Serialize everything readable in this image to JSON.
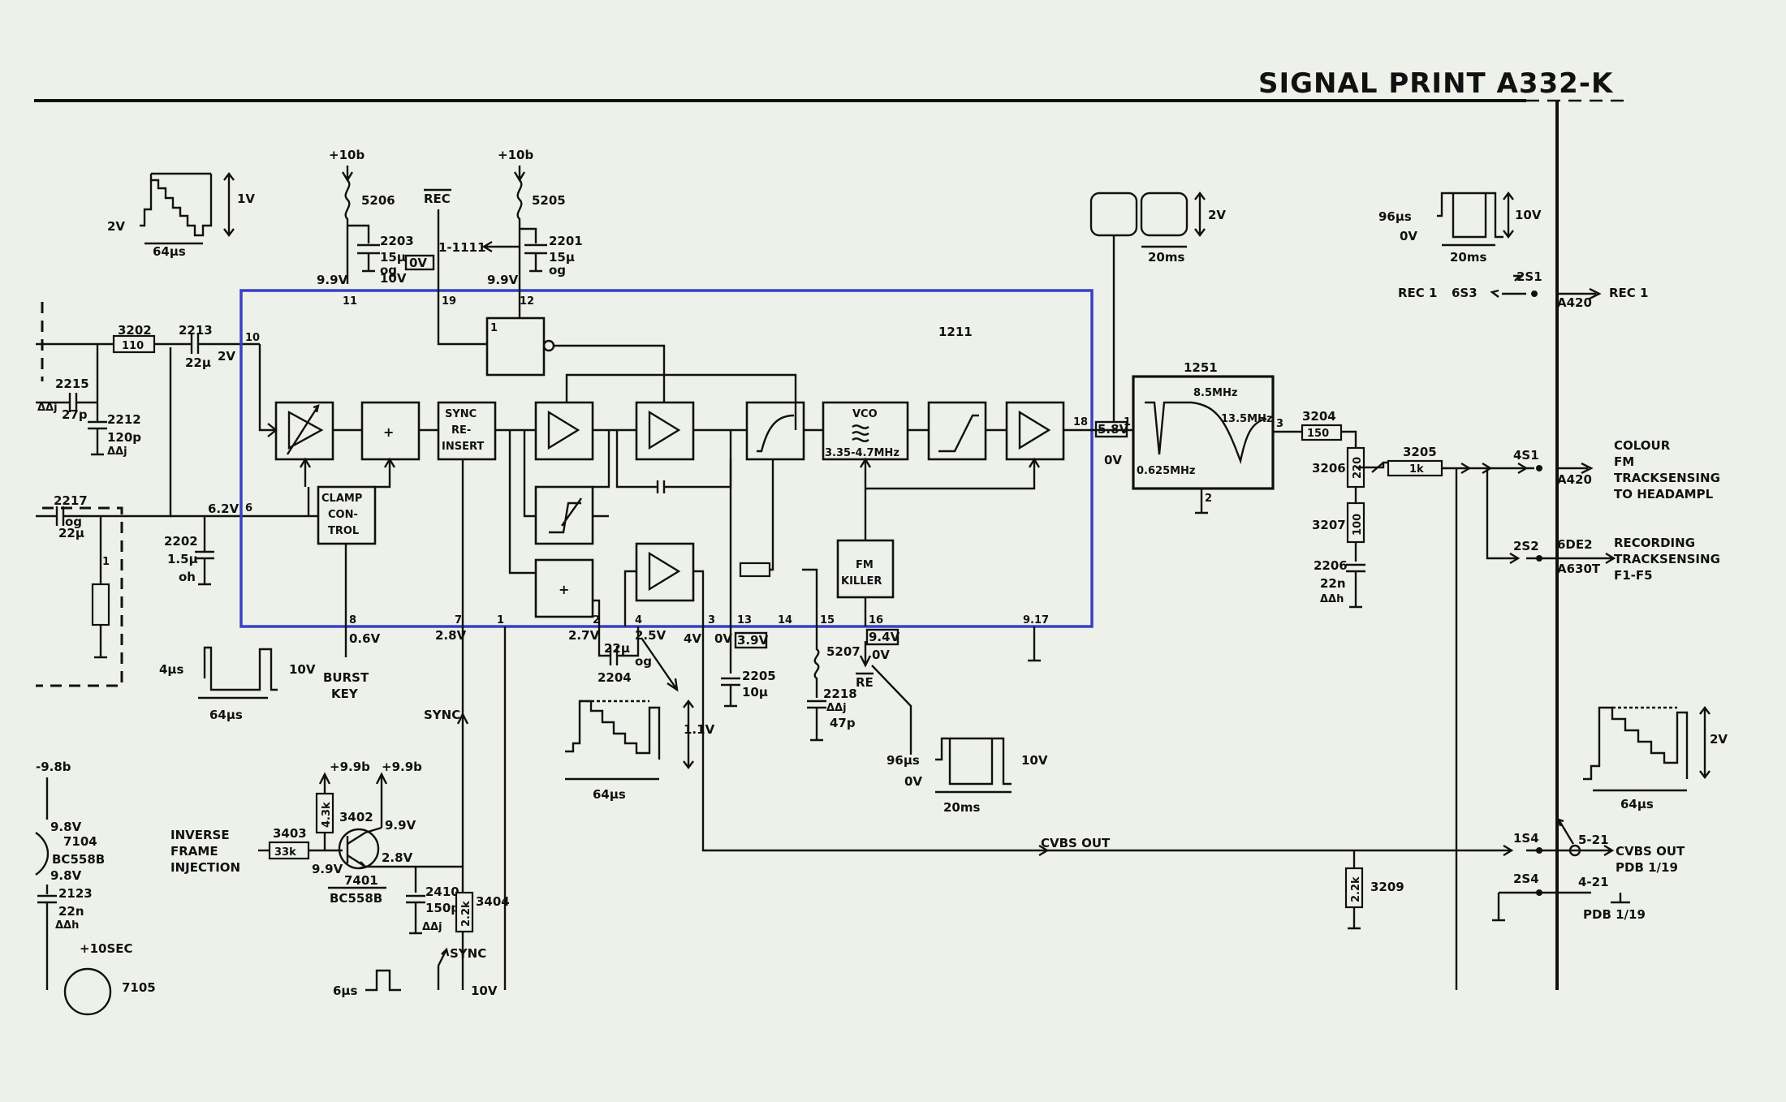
{
  "title": "SIGNAL PRINT A332-K",
  "ic_ref": "1211",
  "filter_ref": "1251",
  "blocks": {
    "sync_reinsert": [
      "SYNC",
      "RE-",
      "INSERT"
    ],
    "clamp_control": [
      "CLAMP",
      "CON-",
      "TROL"
    ],
    "vco": [
      "VCO",
      "3.35-4.7MHz"
    ],
    "fm_killer": [
      "FM",
      "KILLER"
    ],
    "plus": "+",
    "inv_gate_pin": "1"
  },
  "filter": {
    "f1": "8.5MHz",
    "f2": "13.5MHz",
    "f3": "0.625MHz"
  },
  "pins": {
    "p11": "11",
    "p19": "19",
    "p12": "12",
    "p10": "10",
    "p6": "6",
    "p8": "8",
    "p7": "7",
    "p1": "1",
    "p2": "2",
    "p4": "4",
    "p3": "3",
    "p13": "13",
    "p14": "14",
    "p15": "15",
    "p16": "16",
    "p917": "9.17",
    "p18": "18",
    "pf1": "1",
    "pf3": "3",
    "pf2": "2"
  },
  "voltages": {
    "v99a": "9.9V",
    "v10": "10V",
    "v0": "0V",
    "v99b": "9.9V",
    "v2": "2V",
    "v62": "6.2V",
    "v06": "0.6V",
    "v28": "2.8V",
    "v27": "2.7V",
    "v25": "2.5V",
    "v4": "4V",
    "v0b": "0V",
    "v39": "3.9V",
    "v94": "9.4V",
    "v0c": "0V",
    "v58": "5.8V",
    "v0d": "0V",
    "v10b_a": "+10b",
    "v10b_b": "+10b",
    "v98": "9.8V",
    "v98b": "9.8V",
    "v98c": "-9.8b",
    "v99c": "9.9V",
    "v28b": "2.8V",
    "v99d": "9.9V",
    "v99e": "+9.9b",
    "v99f": "+9.9b",
    "v10sec": "+10SEC"
  },
  "components": {
    "c5206": "5206",
    "c5205": "5205",
    "c2203": "2203",
    "c2203v": "15µ",
    "c2203og": "og",
    "c2201": "2201",
    "c2201v": "15µ",
    "c2201og": "og",
    "r3202": "3202",
    "r3202v": "110",
    "c2213": "2213",
    "c2213v": "22µ",
    "c2215": "2215",
    "c2215v": "27p",
    "c2212": "2212",
    "c2212v": "120p",
    "c2217": "2217",
    "c2217v": "22µ",
    "c2217og": "og",
    "c2202": "2202",
    "c2202v": "1.5µ",
    "c2202oh": "oh",
    "c2204": "2204",
    "c2204v": "22µ",
    "c2204og": "og",
    "c2205": "2205",
    "c2205v": "10µ",
    "l5207": "5207",
    "c2218": "2218",
    "c2218v": "47p",
    "r3204": "3204",
    "r3204v": "150",
    "r3206": "3206",
    "r3206v": "220",
    "r3207": "3207",
    "r3207v": "100",
    "c2206": "2206",
    "c2206v": "22n",
    "r3205": "3205",
    "r3205v": "1k",
    "r3209": "3209",
    "r3209v": "2.2k",
    "r3403": "3403",
    "r3403v": "33k",
    "r3402": "3402",
    "r3402v": "4.3k",
    "t7401": "7401",
    "t7401v": "BC558B",
    "t7104": "7104",
    "t7104v": "BC558B",
    "t7105": "7105",
    "c2123": "2123",
    "c2123v": "22n",
    "c2410": "2410",
    "c2410v": "150p",
    "r3404": "3404",
    "r3404v": "2.2k",
    "aaj": "ΔΔj",
    "aah": "ΔΔh"
  },
  "signals": {
    "rec_bar": "REC",
    "rec_to": "1-1111",
    "rec_bar2": "RE",
    "burst_key": [
      "BURST",
      "KEY"
    ],
    "sync": "SYNC",
    "sync2": "SYNC",
    "inverse_frame": [
      "INVERSE",
      "FRAME",
      "INJECTION"
    ],
    "cvbs_out": "CVBS OUT",
    "cvbs_out2": "CVBS OUT",
    "pdb1": "PDB 1/19",
    "pdb2": "PDB 1/19",
    "colour": [
      "COLOUR",
      "FM",
      "TRACKSENSING",
      "TO HEADAMPL"
    ],
    "recording": [
      "RECORDING",
      "TRACKSENSING",
      "F1-F5"
    ],
    "rec1_left": "REC 1",
    "rec1_right": "REC 1"
  },
  "connectors": {
    "c6s3": "6S3",
    "c2s1": "2S1",
    "a420a": "A420",
    "c4s1": "4S1",
    "a420b": "A420",
    "c2s2": "2S2",
    "c6de2": "6DE2",
    "a630t": "A630T",
    "c1s4": "1S4",
    "c2s4": "2S4",
    "c521": "5-21",
    "c421": "4-21"
  },
  "waveforms": {
    "w1_v": "1V",
    "w1_2v": "2V",
    "w1_t": "64µs",
    "w2_v": "2V",
    "w2_t": "20ms",
    "w3_us": "96µs",
    "w3_0v": "0V",
    "w3_v": "10V",
    "w3_t": "20ms",
    "w4_us": "4µs",
    "w4_v": "10V",
    "w4_t": "64µs",
    "w5_v": "1.1V",
    "w5_t": "64µs",
    "w6_us": "96µs",
    "w6_0v": "0V",
    "w6_v": "10V",
    "w6_t": "20ms",
    "w7_v": "2V",
    "w7_t": "64µs",
    "w8_us": "6µs",
    "w8_v": "10V"
  }
}
